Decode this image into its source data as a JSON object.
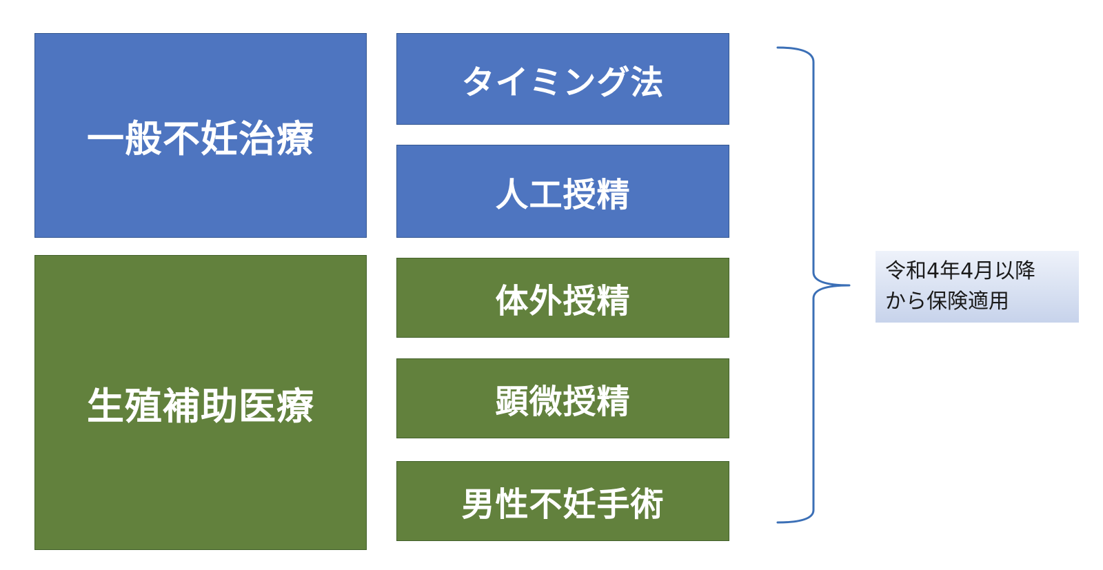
{
  "categories": [
    {
      "label": "一般不妊治療",
      "color": "#4e75c0"
    },
    {
      "label": "生殖補助医療",
      "color": "#62813d"
    }
  ],
  "treatments": [
    {
      "label": "タイミング法",
      "category": "一般不妊治療"
    },
    {
      "label": "人工授精",
      "category": "一般不妊治療"
    },
    {
      "label": "体外授精",
      "category": "生殖補助医療"
    },
    {
      "label": "顕微授精",
      "category": "生殖補助医療"
    },
    {
      "label": "男性不妊手術",
      "category": "生殖補助医療"
    }
  ],
  "note": {
    "line1": "令和4年4月以降",
    "line2": "から保険適用"
  },
  "colors": {
    "blue": "#4e75c0",
    "green": "#62813d",
    "brace": "#3b6fb6"
  }
}
